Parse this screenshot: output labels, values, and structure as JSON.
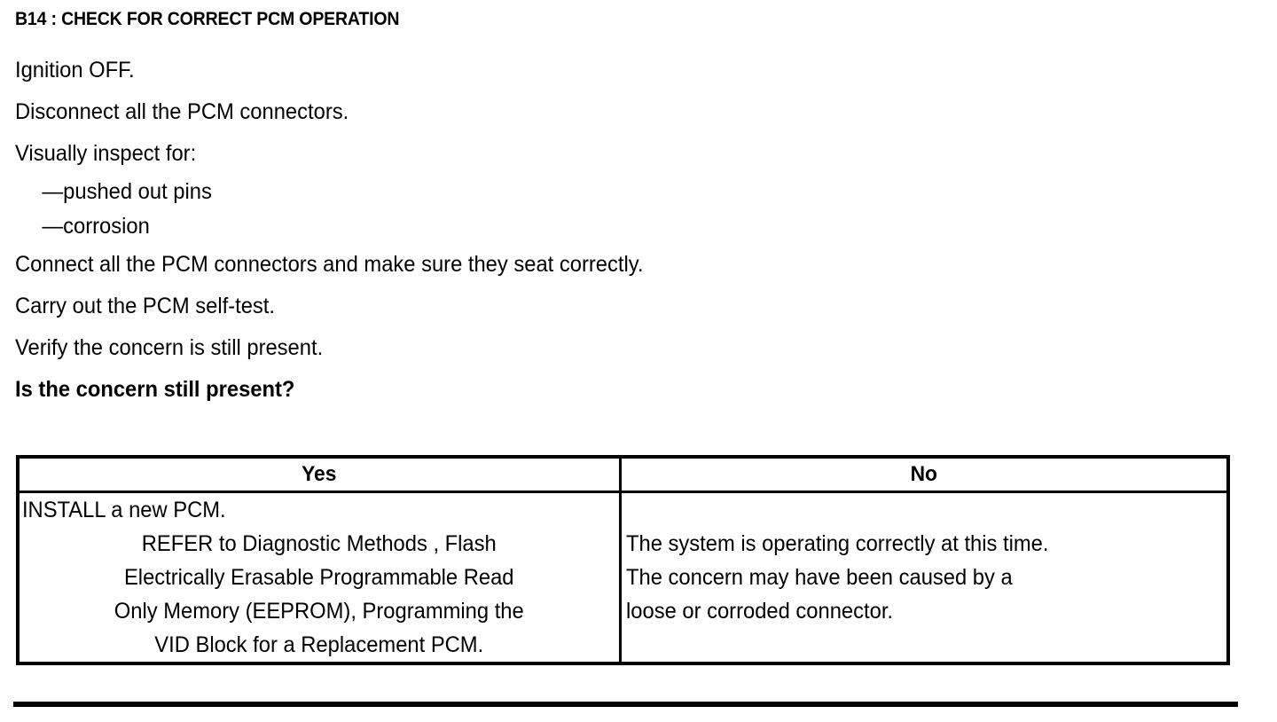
{
  "heading": "B14 : CHECK FOR CORRECT PCM OPERATION",
  "procedure": {
    "lines": [
      "Ignition OFF.",
      "Disconnect all the PCM connectors.",
      "Visually inspect for:",
      "—pushed out pins",
      "—corrosion",
      "Connect all the PCM connectors and make sure they seat correctly.",
      "Carry out the PCM self-test.",
      "Verify the concern is still present."
    ],
    "question": "Is the concern still present?"
  },
  "decision_table": {
    "headers": {
      "yes": "Yes",
      "no": "No"
    },
    "yes_cell": {
      "lines": [
        "INSTALL a new PCM.",
        "REFER to Diagnostic Methods , Flash",
        "Electrically Erasable Programmable Read",
        "Only Memory (EEPROM), Programming the",
        "VID Block for a Replacement PCM."
      ]
    },
    "no_cell": {
      "lines": [
        "The system is operating correctly at this time.",
        "The concern may have been caused by a",
        "loose or corroded connector."
      ]
    }
  },
  "colors": {
    "ink": "#000000",
    "paper": "#ffffff"
  }
}
